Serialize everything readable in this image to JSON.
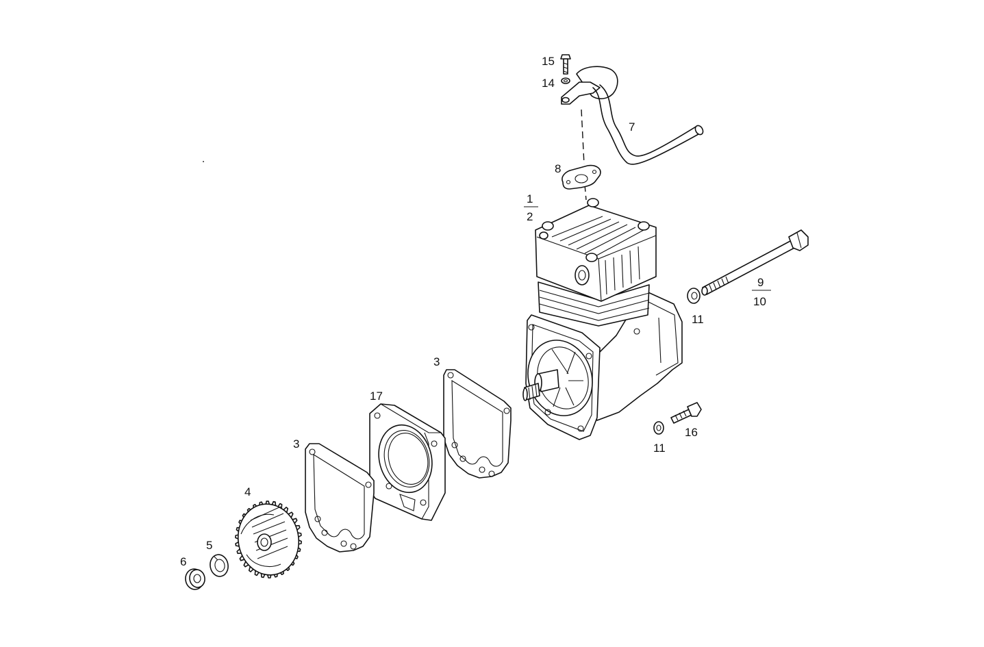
{
  "diagram": {
    "callouts": [
      {
        "id": "c15",
        "text": "15"
      },
      {
        "id": "c14",
        "text": "14"
      },
      {
        "id": "c7",
        "text": "7"
      },
      {
        "id": "c8",
        "text": "8"
      },
      {
        "id": "c1",
        "text": "1"
      },
      {
        "id": "c2",
        "text": "2"
      },
      {
        "id": "c9",
        "text": "9"
      },
      {
        "id": "c10",
        "text": "10"
      },
      {
        "id": "c11a",
        "text": "11"
      },
      {
        "id": "c3a",
        "text": "3"
      },
      {
        "id": "c17",
        "text": "17"
      },
      {
        "id": "c3b",
        "text": "3"
      },
      {
        "id": "c11b",
        "text": "11"
      },
      {
        "id": "c16",
        "text": "16"
      },
      {
        "id": "c4",
        "text": "4"
      },
      {
        "id": "c5",
        "text": "5"
      },
      {
        "id": "c6",
        "text": "6"
      }
    ]
  }
}
